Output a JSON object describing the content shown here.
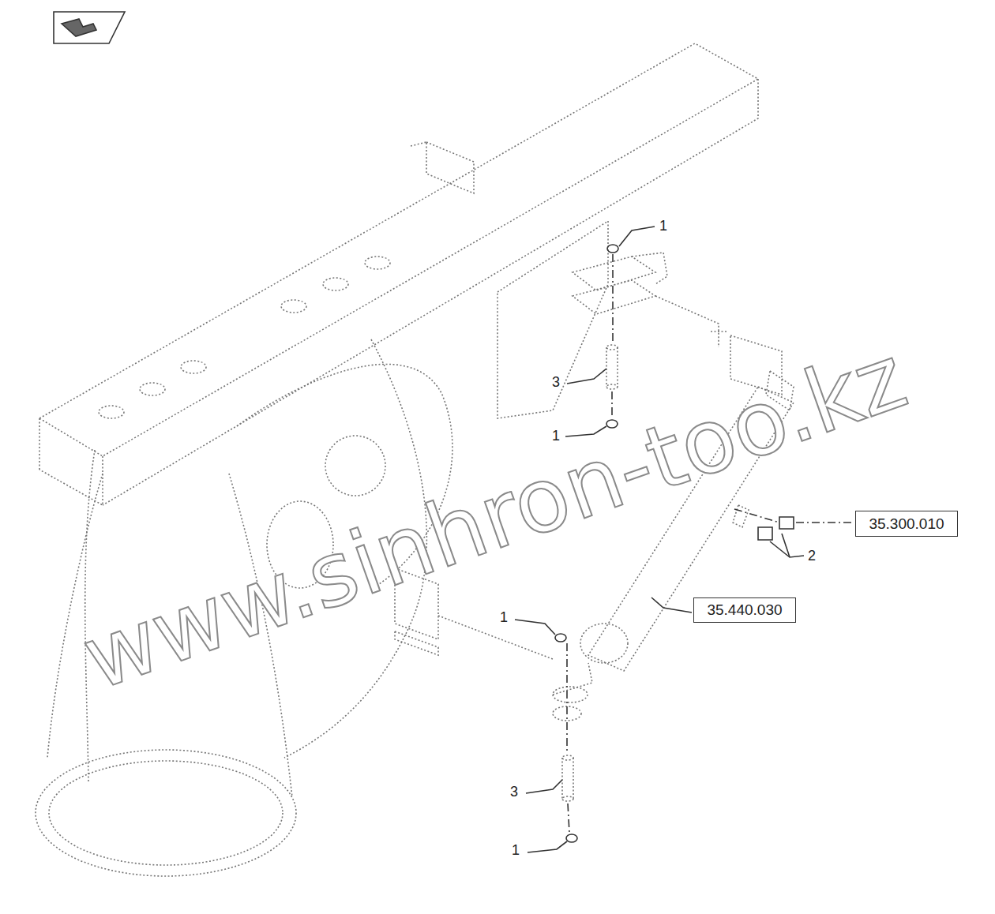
{
  "diagram": {
    "nodes": [
      {
        "text": [
          "35.300.010"
        ]
      },
      {
        "text": [
          "35.440.030"
        ]
      }
    ],
    "labels": [
      "1",
      "3",
      "1",
      "2",
      "1",
      "3",
      "1",
      "www.sinhron-too.kz"
    ]
  }
}
